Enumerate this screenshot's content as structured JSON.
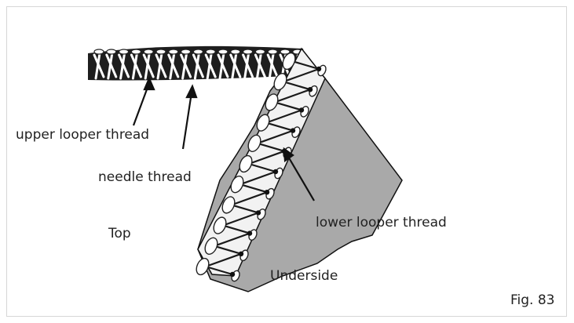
{
  "labels": {
    "upper_looper": "upper looper thread",
    "needle": "needle thread",
    "lower_looper": "lower looper thread",
    "top": "Top",
    "underside": "Underside",
    "figure": "Fig. 83"
  },
  "colors": {
    "fabric": "#a9a9a9",
    "thread_dark": "#2a2a2a",
    "thread_light": "#ffffff",
    "frame_border": "#d6d6d6"
  }
}
